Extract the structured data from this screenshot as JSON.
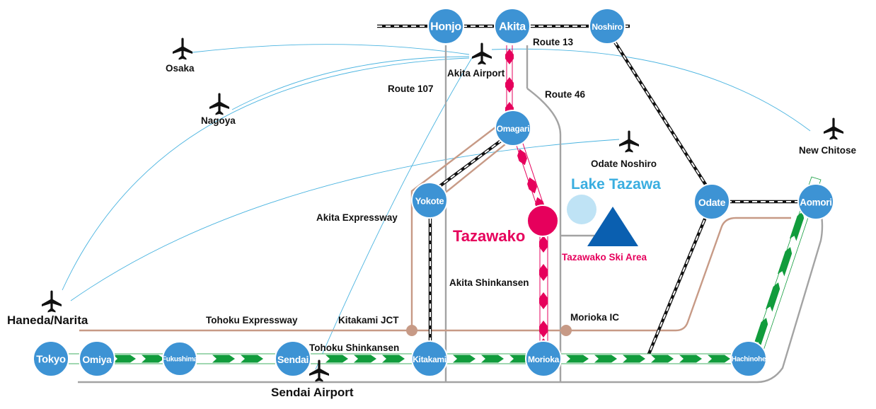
{
  "colors": {
    "station": "#3d93d4",
    "station_stroke": "#ffffff",
    "shinkansen_green": "#119c3c",
    "akita_pink": "#e6005c",
    "expressway": "#c79a86",
    "route_gray": "#9b9b9b",
    "air_route": "#4bb4e0",
    "lake": "#bfe3f5",
    "lake_label": "#3aaee0",
    "ski_area": "#0a5fb0",
    "text": "#111111"
  },
  "stations": {
    "tokyo": "Tokyo",
    "omiya": "Omiya",
    "fukushima": "Fukushima",
    "sendai": "Sendai",
    "kitakami": "Kitakami",
    "morioka": "Morioka",
    "hachinohe": "Hachinohe",
    "aomori": "Aomori",
    "odate": "Odate",
    "noshiro": "Noshiro",
    "akita": "Akita",
    "honjo": "Honjo",
    "omagari": "Omagari",
    "yokote": "Yokote"
  },
  "destination": {
    "tazawako": "Tazawako",
    "lake_tazawa": "Lake Tazawa",
    "ski_area": "Tazawako Ski Area"
  },
  "airports": {
    "osaka": "Osaka",
    "nagoya": "Nagoya",
    "akita_airport": "Akita Airport",
    "odate_noshiro": "Odate Noshiro",
    "new_chitose": "New Chitose",
    "haneda_narita": "Haneda/Narita",
    "sendai_airport": "Sendai Airport"
  },
  "routes": {
    "route_13": "Route 13",
    "route_107": "Route 107",
    "route_46": "Route 46",
    "akita_expressway": "Akita Expressway",
    "tohoku_expressway": "Tohoku Expressway",
    "kitakami_jct": "Kitakami JCT",
    "morioka_ic": "Morioka IC",
    "tohoku_shinkansen": "Tohoku Shinkansen",
    "akita_shinkansen": "Akita Shinkansen"
  },
  "icons": {
    "airport": "airplane-icon",
    "ski_area": "mountain-icon",
    "lake": "lake-icon"
  }
}
